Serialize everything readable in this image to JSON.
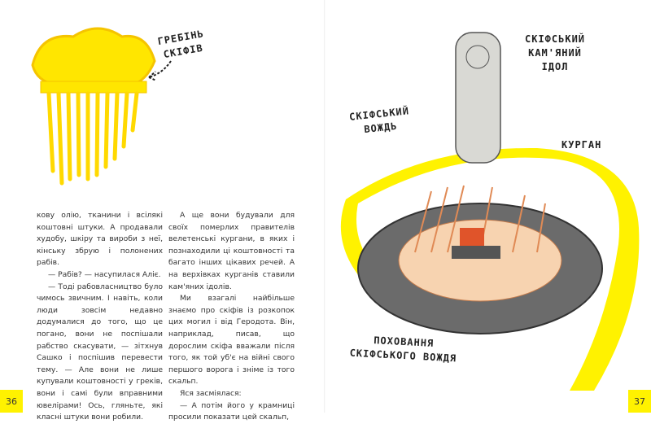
{
  "left_page": {
    "page_number": "36",
    "labels": {
      "comb": [
        "ГРЕБІНЬ",
        "СКІФІВ"
      ]
    },
    "column1": [
      "кову олію, тканини і всілякі коштовні штуки. А продавали худобу, шкіру та вироби з неї, кінську збрую і полонених рабів.",
      "— Рабів? — насупилася Аліє.",
      "— Тоді рабовласництво було чимось звичним. І навіть, коли люди зовсім недавно додумалися до того, що це погано, вони не поспішали рабство скасувати, — зітхнув Сашко і поспішив перевести тему. — Але вони не лише купували коштовності у греків, вони і самі були вправними ювелірами! Ось, гляньте, які класні штуки вони робили."
    ],
    "column2": [
      "А ще вони будували для своїх померлих правителів велетенські кургани, в яких і познаходили ці коштовності та багато інших цікавих речей. А на верхівках курганів ставили кам'яних ідолів.",
      "Ми взагалі найбільше знаємо про скіфів із розкопок цих могил і від Геродота. Він, наприклад, писав, що дорослим скіфа вважали після того, як той уб'є на війні свого першого ворога і зніме із того скальп.",
      "Яся засміялася:",
      "— А потім його у крамниці просили показати цей скальп,"
    ]
  },
  "right_page": {
    "page_number": "37",
    "labels": {
      "idol": [
        "СКІФСЬКИЙ",
        "КАМ'ЯНИЙ",
        "ІДОЛ"
      ],
      "chief": [
        "СКІФСЬКИЙ",
        "ВОЖДЬ"
      ],
      "kurgan": [
        "КУРГАН"
      ],
      "burial": [
        "ПОХОВАННЯ",
        "СКІФСЬКОГО ВОЖДЯ"
      ]
    }
  },
  "colors": {
    "yellow": "#fff200",
    "highlight": "#fff27a",
    "stone": "#555555",
    "wood": "#f2b98a"
  }
}
